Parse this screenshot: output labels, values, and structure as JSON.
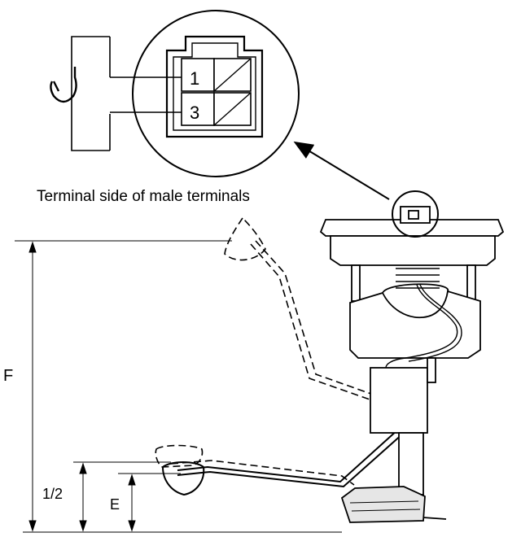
{
  "caption": "Terminal side of male terminals",
  "connector": {
    "pin_top": "1",
    "pin_bottom": "3"
  },
  "dimensions": {
    "full": "F",
    "half": "1/2",
    "empty": "E"
  },
  "colors": {
    "ink": "#000000",
    "background": "#ffffff",
    "shade": "#e6e6e6"
  },
  "icons": {
    "symbol": "variable-resistor-symbol",
    "pointer": "arrow-icon"
  }
}
